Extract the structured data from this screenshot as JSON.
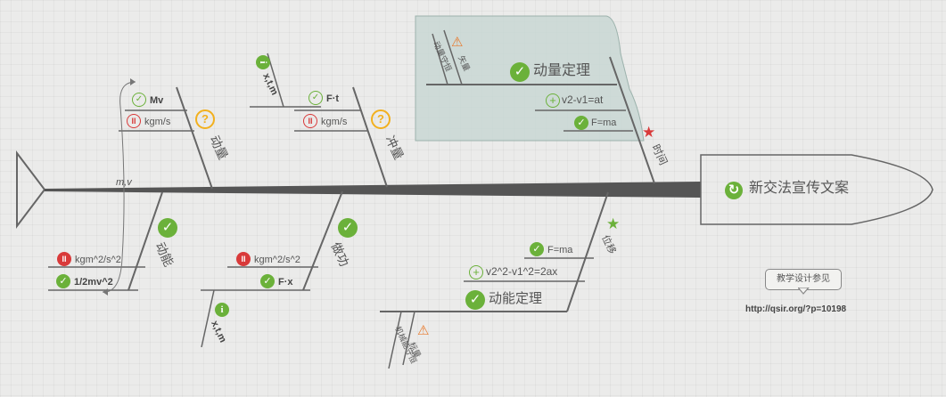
{
  "head": {
    "title": "新交法宣传文案",
    "icon": "refresh-icon",
    "color": "#6bb13a"
  },
  "branches": {
    "momentum": {
      "label": "动量",
      "icon": "question-icon",
      "items": [
        {
          "text": "Mv",
          "icon": "check-outline-icon"
        },
        {
          "text": "kgm/s",
          "icon": "pause-outline-icon"
        }
      ]
    },
    "impulse": {
      "label": "冲量",
      "icon": "question-icon",
      "items": [
        {
          "text": "F·t",
          "icon": "check-outline-icon"
        },
        {
          "text": "kgm/s",
          "icon": "pause-outline-icon"
        },
        {
          "text": "x,t,m",
          "icon": "info-icon"
        }
      ]
    },
    "time": {
      "label": "时间",
      "icon": "star-red-icon",
      "main": {
        "text": "动量定理",
        "icon": "check-icon"
      },
      "items": [
        {
          "text": "v2-v1=at",
          "icon": "plus-icon"
        },
        {
          "text": "F=ma",
          "icon": "check-icon"
        }
      ],
      "sub": [
        {
          "text": "动量守恒"
        },
        {
          "text": "矢量",
          "icon": "warning-icon"
        }
      ]
    },
    "kinetic": {
      "label": "动能",
      "icon": "check-icon",
      "items": [
        {
          "text": "kgm^2/s^2",
          "icon": "pause-icon"
        },
        {
          "text": "1/2mv^2",
          "icon": "check-icon"
        }
      ]
    },
    "work": {
      "label": "做功",
      "icon": "check-icon",
      "items": [
        {
          "text": "kgm^2/s^2",
          "icon": "pause-icon"
        },
        {
          "text": "F·x",
          "icon": "check-icon"
        },
        {
          "text": "x,t,m",
          "icon": "info-icon"
        }
      ]
    },
    "displacement": {
      "label": "位移",
      "icon": "star-green-icon",
      "main": {
        "text": "动能定理",
        "icon": "check-icon"
      },
      "items": [
        {
          "text": "F=ma",
          "icon": "check-icon"
        },
        {
          "text": "v2^2-v1^2=2ax",
          "icon": "plus-icon"
        }
      ],
      "sub": [
        {
          "text": "机械能守恒"
        },
        {
          "text": "标量",
          "icon": "warning-icon"
        }
      ]
    }
  },
  "relation_label": "m,v",
  "callout": {
    "text": "教学设计参见"
  },
  "url": "http://qsir.org/?p=10198",
  "colors": {
    "spine": "#555555",
    "line": "#666666",
    "highlight": "#c9d8d4",
    "green": "#6bb13a",
    "red": "#d93a3a",
    "orange": "#f2b01e"
  }
}
